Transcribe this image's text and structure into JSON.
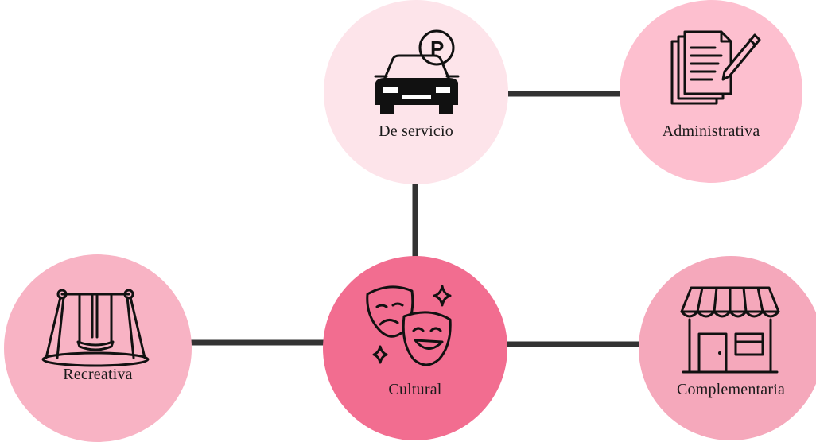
{
  "diagram": {
    "nodes": [
      {
        "id": "servicio",
        "label": "De servicio",
        "icon": "parking-car-icon",
        "color": "#fde4ea"
      },
      {
        "id": "admin",
        "label": "Administrativa",
        "icon": "documents-pen-icon",
        "color": "#fdbfcf"
      },
      {
        "id": "recreativa",
        "label": "Recreativa",
        "icon": "swing-set-icon",
        "color": "#f8b3c4"
      },
      {
        "id": "cultural",
        "label": "Cultural",
        "icon": "theater-masks-icon",
        "color": "#f26d90"
      },
      {
        "id": "complementaria",
        "label": "Complementaria",
        "icon": "storefront-icon",
        "color": "#f5a8bb"
      }
    ],
    "edges": [
      {
        "from": "servicio",
        "to": "admin"
      },
      {
        "from": "servicio",
        "to": "cultural"
      },
      {
        "from": "recreativa",
        "to": "cultural"
      },
      {
        "from": "cultural",
        "to": "complementaria"
      }
    ],
    "edge_color": "#333333"
  }
}
